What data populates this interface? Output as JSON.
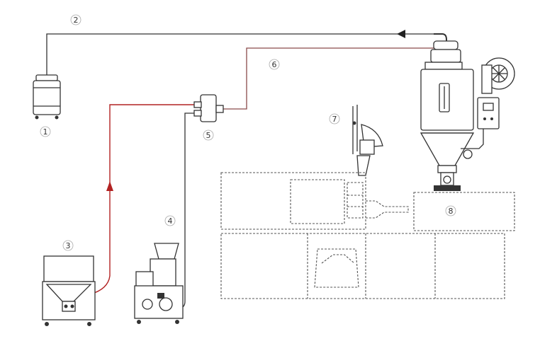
{
  "labels": {
    "n1": "1",
    "n2": "2",
    "n3": "3",
    "n4": "4",
    "n5": "5",
    "n6": "6",
    "n7": "7",
    "n8": "8"
  },
  "colors": {
    "line": "#333333",
    "red_line": "#b22222",
    "background": "#ffffff"
  }
}
